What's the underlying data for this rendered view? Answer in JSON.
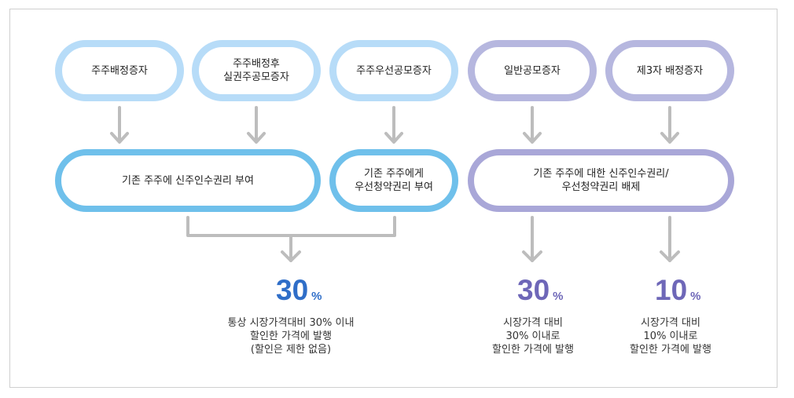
{
  "top_boxes": [
    {
      "label": "주주배정증자"
    },
    {
      "label": "주주배정후\n실권주공모증자"
    },
    {
      "label": "주주우선공모증자"
    },
    {
      "label": "일반공모증자"
    },
    {
      "label": "제3자 배정증자"
    }
  ],
  "mid_boxes": [
    {
      "label": "기존 주주에 신주인수권리 부여"
    },
    {
      "label": "기존 주주에게\n우선청약권리 부여"
    },
    {
      "label": "기존 주주에 대한 신주인수권리/\n우선청약권리 배제"
    }
  ],
  "results": [
    {
      "value": "30",
      "unit": "%",
      "color": "#2f6ec8",
      "description": "통상 시장가격대비 30% 이내\n할인한 가격에 발행\n(할인은 제한 없음)"
    },
    {
      "value": "30",
      "unit": "%",
      "color": "#6e67b8",
      "description": "시장가격 대비\n30% 이내로\n할인한 가격에 발행"
    },
    {
      "value": "10",
      "unit": "%",
      "color": "#6e67b8",
      "description": "시장가격 대비\n10% 이내로\n할인한 가격에 발행"
    }
  ],
  "colors": {
    "blue_light": "#b7dcf8",
    "blue": "#6fc0eb",
    "purple_light": "#b6b7df",
    "purple": "#a9a7d8",
    "arrow": "#bdbdbd"
  }
}
